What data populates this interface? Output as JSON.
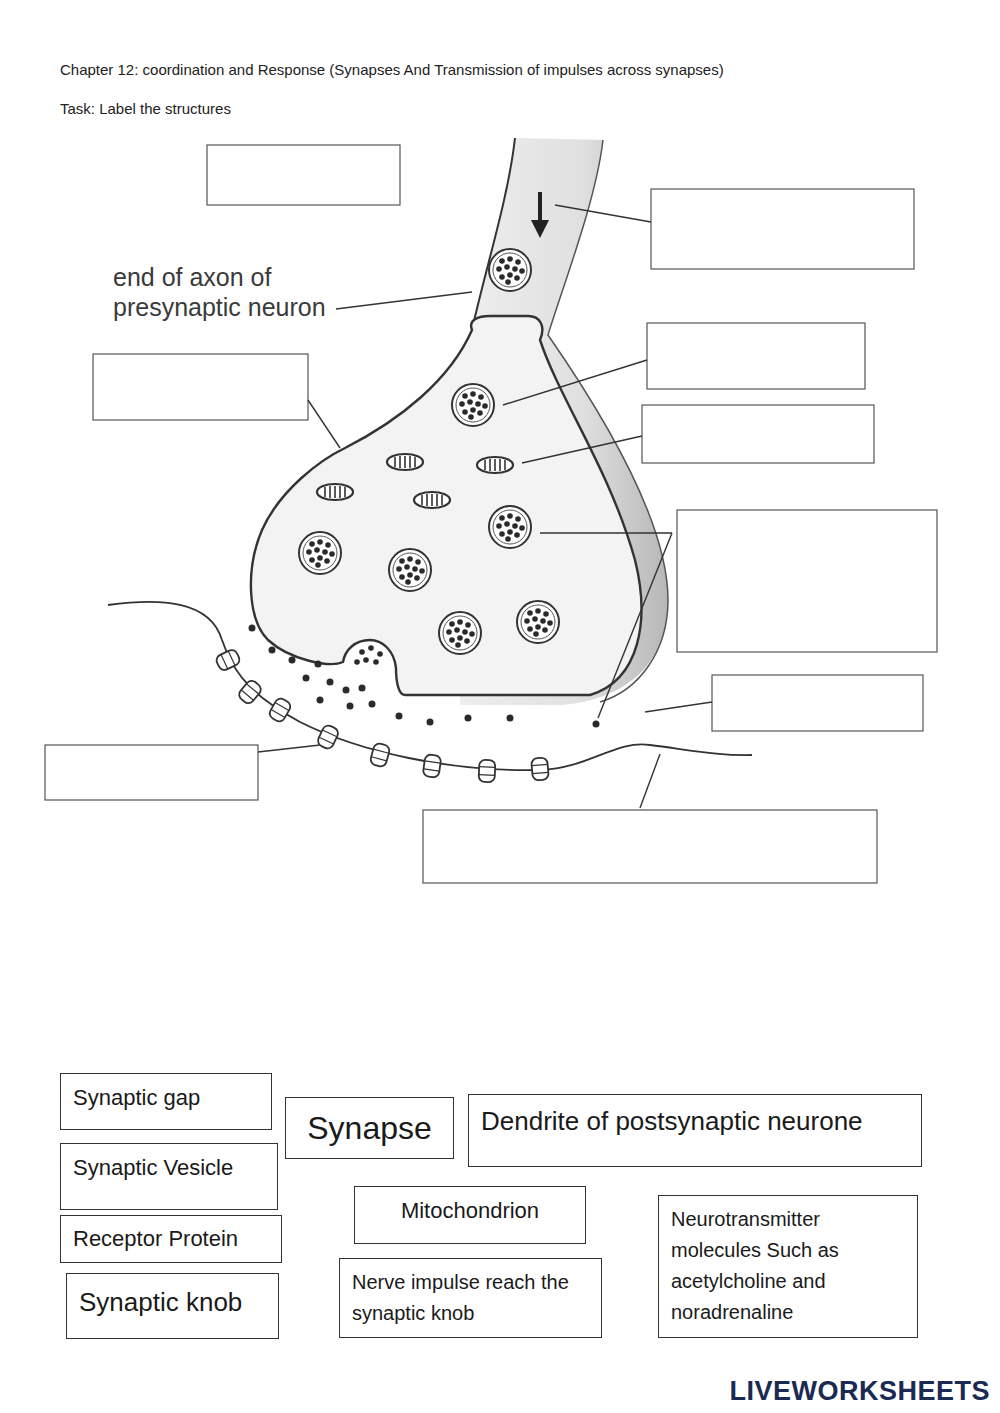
{
  "diagram": {
    "title": "Chapter 12: coordination and Response (Synapses And Transmission of impulses across synapses)",
    "nodes": [
      {
        "text": [
          "Synaptic gap"
        ]
      },
      {
        "text": [
          "Synapse"
        ]
      },
      {
        "text": [
          "Dendrite of postsynaptic neurone"
        ]
      },
      {
        "text": [
          "Synaptic Vesicle"
        ]
      },
      {
        "text": [
          "Mitochondrion"
        ]
      },
      {
        "text": [
          "Neurotransmitter molecules Such as acetylcholine and noradrenaline"
        ]
      },
      {
        "text": [
          "Receptor Protein"
        ]
      },
      {
        "text": [
          "Nerve impulse reach the synaptic knob"
        ]
      },
      {
        "text": [
          "Synaptic knob"
        ]
      }
    ],
    "labels": [
      "Task: Label the structures",
      "end of axon of presynaptic neuron",
      "LIVEWORKSHEETS"
    ]
  }
}
